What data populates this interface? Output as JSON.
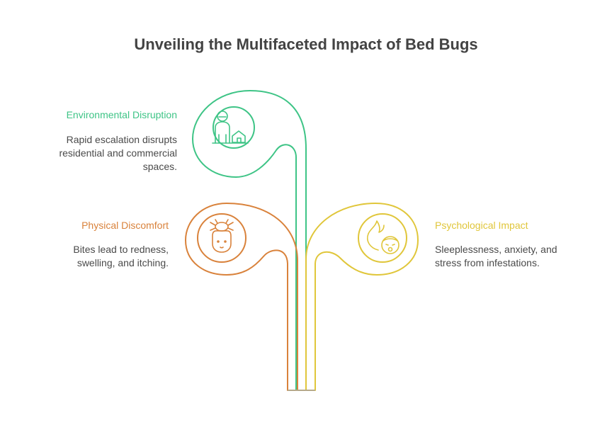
{
  "title": "Unveiling the Multifaceted Impact of Bed Bugs",
  "colors": {
    "green": "#3ec486",
    "orange": "#d9823b",
    "yellow": "#e0c63a",
    "title_text": "#434343",
    "body_text": "#4a4a4a"
  },
  "items": [
    {
      "label": "Environmental Disruption",
      "description": "Rapid escalation disrupts residential and commercial spaces.",
      "lines": [
        "Rapid escalation disrupts",
        "residential and commercial",
        "spaces."
      ],
      "icon": "person-with-house-icon"
    },
    {
      "label": "Physical Discomfort",
      "description": "Bites lead to redness, swelling, and itching.",
      "lines": [
        "Bites lead to redness,",
        "swelling, and itching."
      ],
      "icon": "person-with-bug-icon"
    },
    {
      "label": "Psychological Impact",
      "description": "Sleeplessness, anxiety, and stress from infestations.",
      "lines": [
        "Sleeplessness, anxiety, and",
        "stress from infestations."
      ],
      "icon": "anxious-face-with-flame-icon"
    }
  ]
}
